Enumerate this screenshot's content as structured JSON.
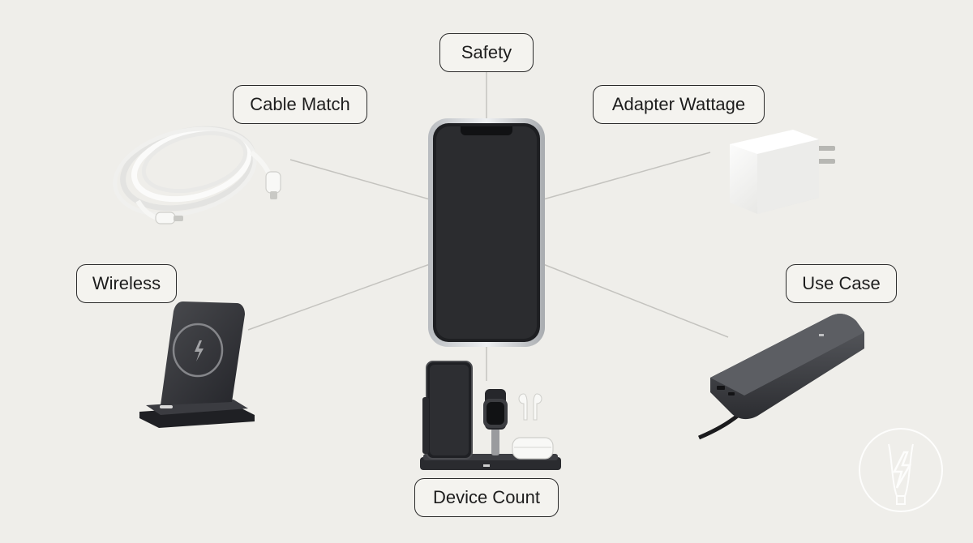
{
  "labels": {
    "safety": "Safety",
    "cable_match": "Cable Match",
    "adapter_wattage": "Adapter Wattage",
    "wireless": "Wireless",
    "use_case": "Use Case",
    "device_count": "Device Count"
  },
  "icons": {
    "center": "smartphone-icon",
    "cable": "usb-c-cable-icon",
    "adapter": "wall-adapter-icon",
    "wireless": "wireless-charging-stand-icon",
    "use_case": "power-bank-icon",
    "device_count": "multi-device-charging-station-icon",
    "logo": "lightning-bolt-logo-icon"
  },
  "colors": {
    "background": "#efeeea",
    "label_border": "#2b2b2b",
    "connector_line": "#c4c3bf",
    "device_dark": "#2e2f32",
    "device_white": "#f7f7f5"
  }
}
